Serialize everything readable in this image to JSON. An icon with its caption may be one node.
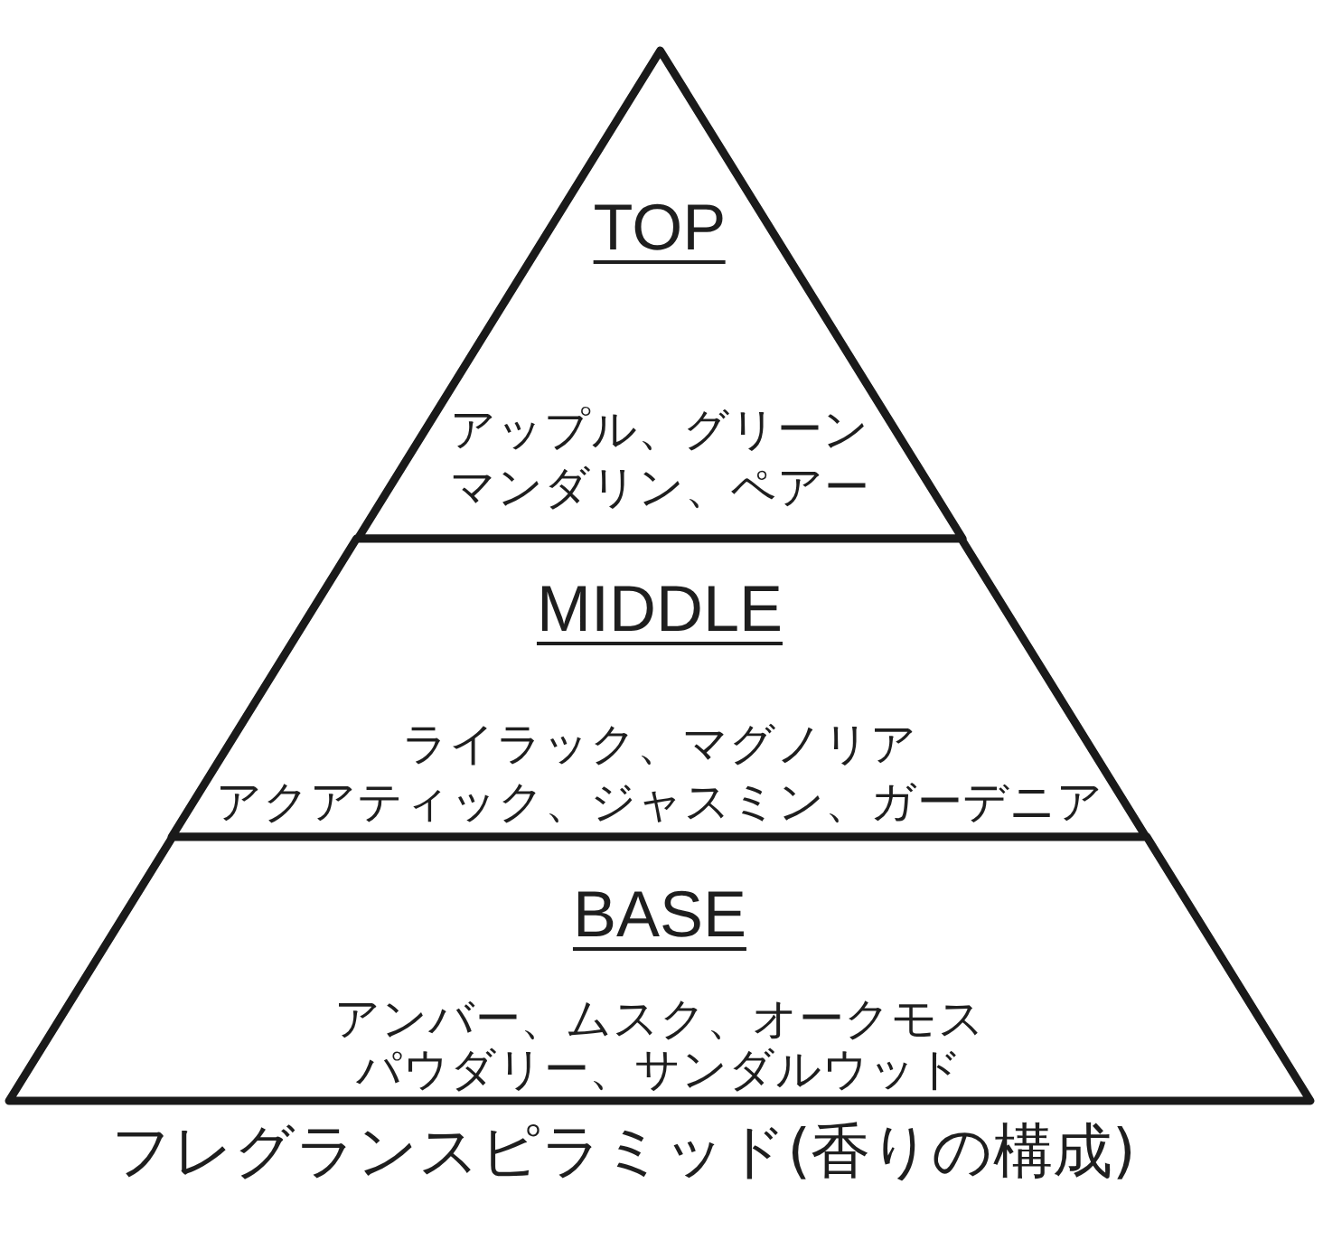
{
  "diagram": {
    "caption": "フレグランスピラミッド(香りの構成)",
    "nodes": [
      {
        "text": [
          "TOP",
          "アップル、グリーン",
          "マンダリン、ペアー"
        ]
      },
      {
        "text": [
          "MIDDLE",
          "ライラック、マグノリア",
          "アクアティック、ジャスミン、ガーデニア"
        ]
      },
      {
        "text": [
          "BASE",
          "アンバー、ムスク、オークモス",
          "パウダリー、サンダルウッド"
        ]
      }
    ]
  }
}
